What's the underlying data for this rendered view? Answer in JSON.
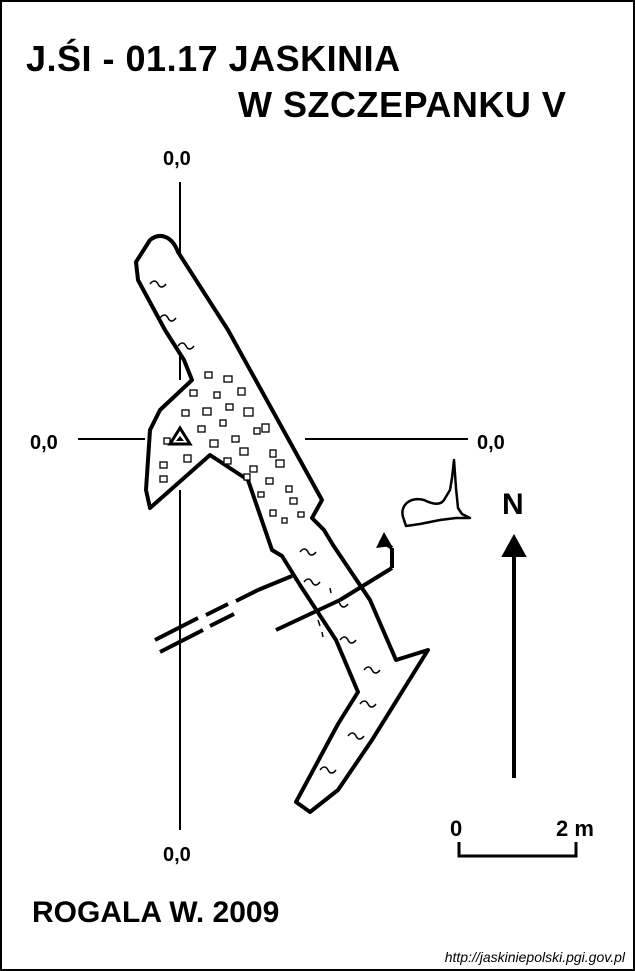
{
  "title": {
    "line1": "J.ŚI - 01.17  JASKINIA",
    "line2": "W SZCZEPANKU V"
  },
  "coordinates": {
    "top": "0,0",
    "left": "0,0",
    "right": "0,0",
    "bottom": "0,0"
  },
  "north_label": "N",
  "scale_bar": {
    "start": "0",
    "end": "2 m"
  },
  "author": "ROGALA W. 2009",
  "source_url": "http://jaskiniepolski.pgi.gov.pl",
  "icons": {
    "entrance": "entrance-triangle-icon",
    "north": "north-arrow-icon"
  }
}
